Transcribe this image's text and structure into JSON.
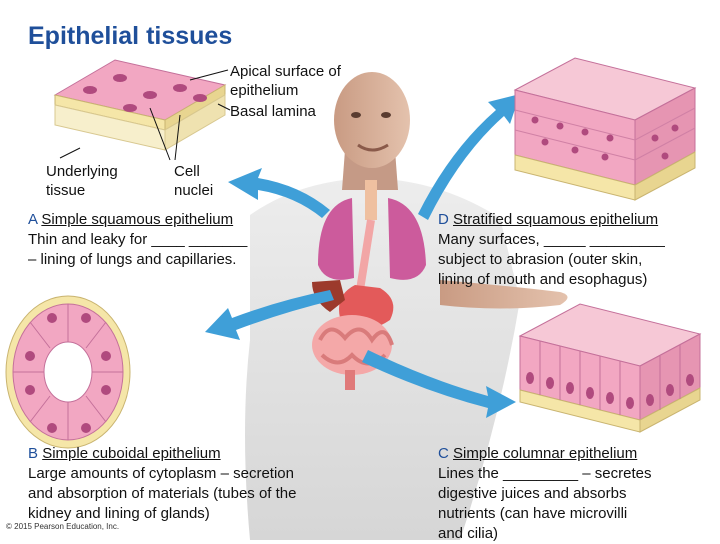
{
  "title": "Epithelial tissues",
  "labels": {
    "apical_surface": "Apical surface of epithelium",
    "basal_lamina": "Basal lamina",
    "underlying_tissue": "Underlying tissue",
    "cell_nuclei": "Cell nuclei"
  },
  "panels": {
    "a": {
      "letter": "A",
      "name": "Simple squamous epithelium",
      "line1": "Thin and leaky for ____ _______",
      "line2": "– lining of lungs and capillaries."
    },
    "b": {
      "letter": "B",
      "name": "Simple cuboidal epithelium",
      "line1": "Large amounts of cytoplasm – secretion",
      "line2": "and absorption of materials (tubes of the",
      "line3": "kidney and lining of glands)"
    },
    "c": {
      "letter": "C",
      "name": "Simple columnar epithelium",
      "line1": "Lines the _________ – secretes",
      "line2": "digestive juices and absorbs",
      "line3": "nutrients (can have microvilli",
      "line4": "and cilia)"
    },
    "d": {
      "letter": "D",
      "name": "Stratified squamous epithelium",
      "line1": "Many surfaces, _____ _________",
      "line2": "subject to abrasion (outer skin,",
      "line3": "lining of mouth and esophagus)"
    }
  },
  "copyright": "© 2015 Pearson Education, Inc.",
  "colors": {
    "title": "#1f4f9a",
    "arrow": "#3f9fd8",
    "cell_pink": "#f2a7c2",
    "nucleus": "#b04a7e",
    "basal_yellow": "#f5e6a8"
  }
}
